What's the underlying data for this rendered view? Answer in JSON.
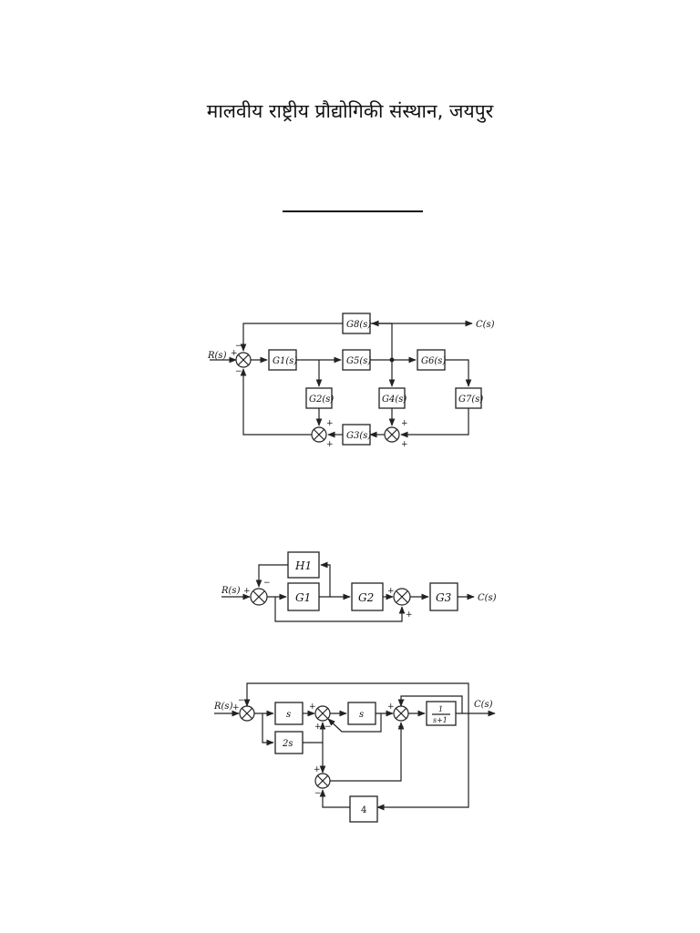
{
  "document": {
    "title": "मालवीय राष्ट्रीय प्रौद्योगिकी संस्थान, जयपुर"
  },
  "diagram1": {
    "input": "R(s)",
    "output": "C(s)",
    "blocks": {
      "g1": "G1(s)",
      "g2": "G2(s)",
      "g3": "G3(s)",
      "g4": "G4(s)",
      "g5": "G5(s)",
      "g6": "G6(s)",
      "g7": "G7(s)",
      "g8": "G8(s)"
    },
    "signs": {
      "plus": "+",
      "minus": "−"
    }
  },
  "diagram2": {
    "input": "R(s)",
    "output": "C(s)",
    "blocks": {
      "h1": "H1",
      "g1": "G1",
      "g2": "G2",
      "g3": "G3"
    },
    "signs": {
      "plus": "+",
      "minus": "−"
    }
  },
  "diagram3": {
    "input": "R(s)",
    "output": "C(s)",
    "blocks": {
      "s1": "s",
      "s2": "s",
      "two_s": "2s",
      "four": "4",
      "tf_num": "1",
      "tf_den": "s+1"
    },
    "signs": {
      "plus": "+",
      "minus": "−"
    }
  }
}
